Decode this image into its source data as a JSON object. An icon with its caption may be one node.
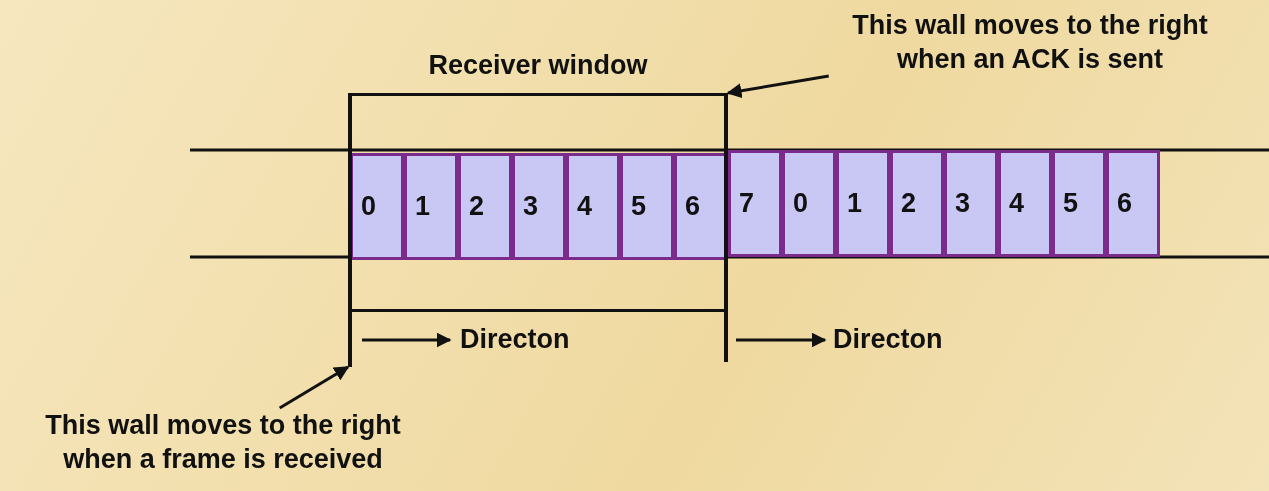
{
  "diagram": {
    "nodes": [
      {
        "text": [
          "Receiver window"
        ]
      },
      {
        "text": [
          "0"
        ],
        "in": 0
      },
      {
        "text": [
          "1"
        ],
        "in": 0
      },
      {
        "text": [
          "2"
        ],
        "in": 0
      },
      {
        "text": [
          "3"
        ],
        "in": 0
      },
      {
        "text": [
          "4"
        ],
        "in": 0
      },
      {
        "text": [
          "5"
        ],
        "in": 0
      },
      {
        "text": [
          "6"
        ],
        "in": 0
      },
      {
        "text": [
          "7"
        ]
      },
      {
        "text": [
          "0"
        ]
      },
      {
        "text": [
          "1"
        ]
      },
      {
        "text": [
          "2"
        ]
      },
      {
        "text": [
          "3"
        ]
      },
      {
        "text": [
          "4"
        ]
      },
      {
        "text": [
          "5"
        ]
      },
      {
        "text": [
          "6"
        ]
      },
      {
        "text": [
          "This wall moves to the right when an ACK is sent"
        ]
      },
      {
        "text": [],
        "shape": "bar"
      },
      {
        "text": [
          "This wall moves to the right when a frame is received"
        ]
      },
      {
        "text": [],
        "shape": "bar"
      }
    ],
    "edges": [
      {
        "from": 16,
        "to": 19,
        "arrow": "to"
      },
      {
        "from": 18,
        "to": 17,
        "arrow": "to"
      }
    ],
    "labels": [
      "Directon",
      "Directon"
    ]
  }
}
